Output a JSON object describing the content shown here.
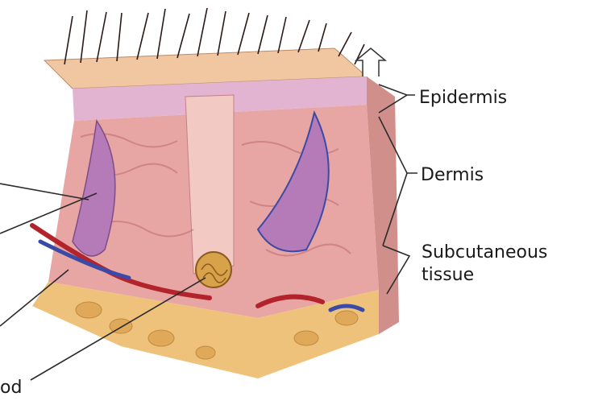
{
  "labels": {
    "epidermis": "Epidermis",
    "dermis": "Dermis",
    "subcutaneous_line1": "Subcutaneous",
    "subcutaneous_line2": "tissue",
    "partial_bottom_left": "od"
  },
  "colors": {
    "surface": "#f0c7a0",
    "epidermis_band": "#e3b4d2",
    "dermis": "#e7a6a3",
    "dermis_dark": "#c97b85",
    "subcutaneous": "#efc27c",
    "hair": "#2a1a18",
    "follicle": "#b57ab8",
    "artery": "#b3232b",
    "vein": "#3b4aa6",
    "gland": "#d8a24a"
  }
}
